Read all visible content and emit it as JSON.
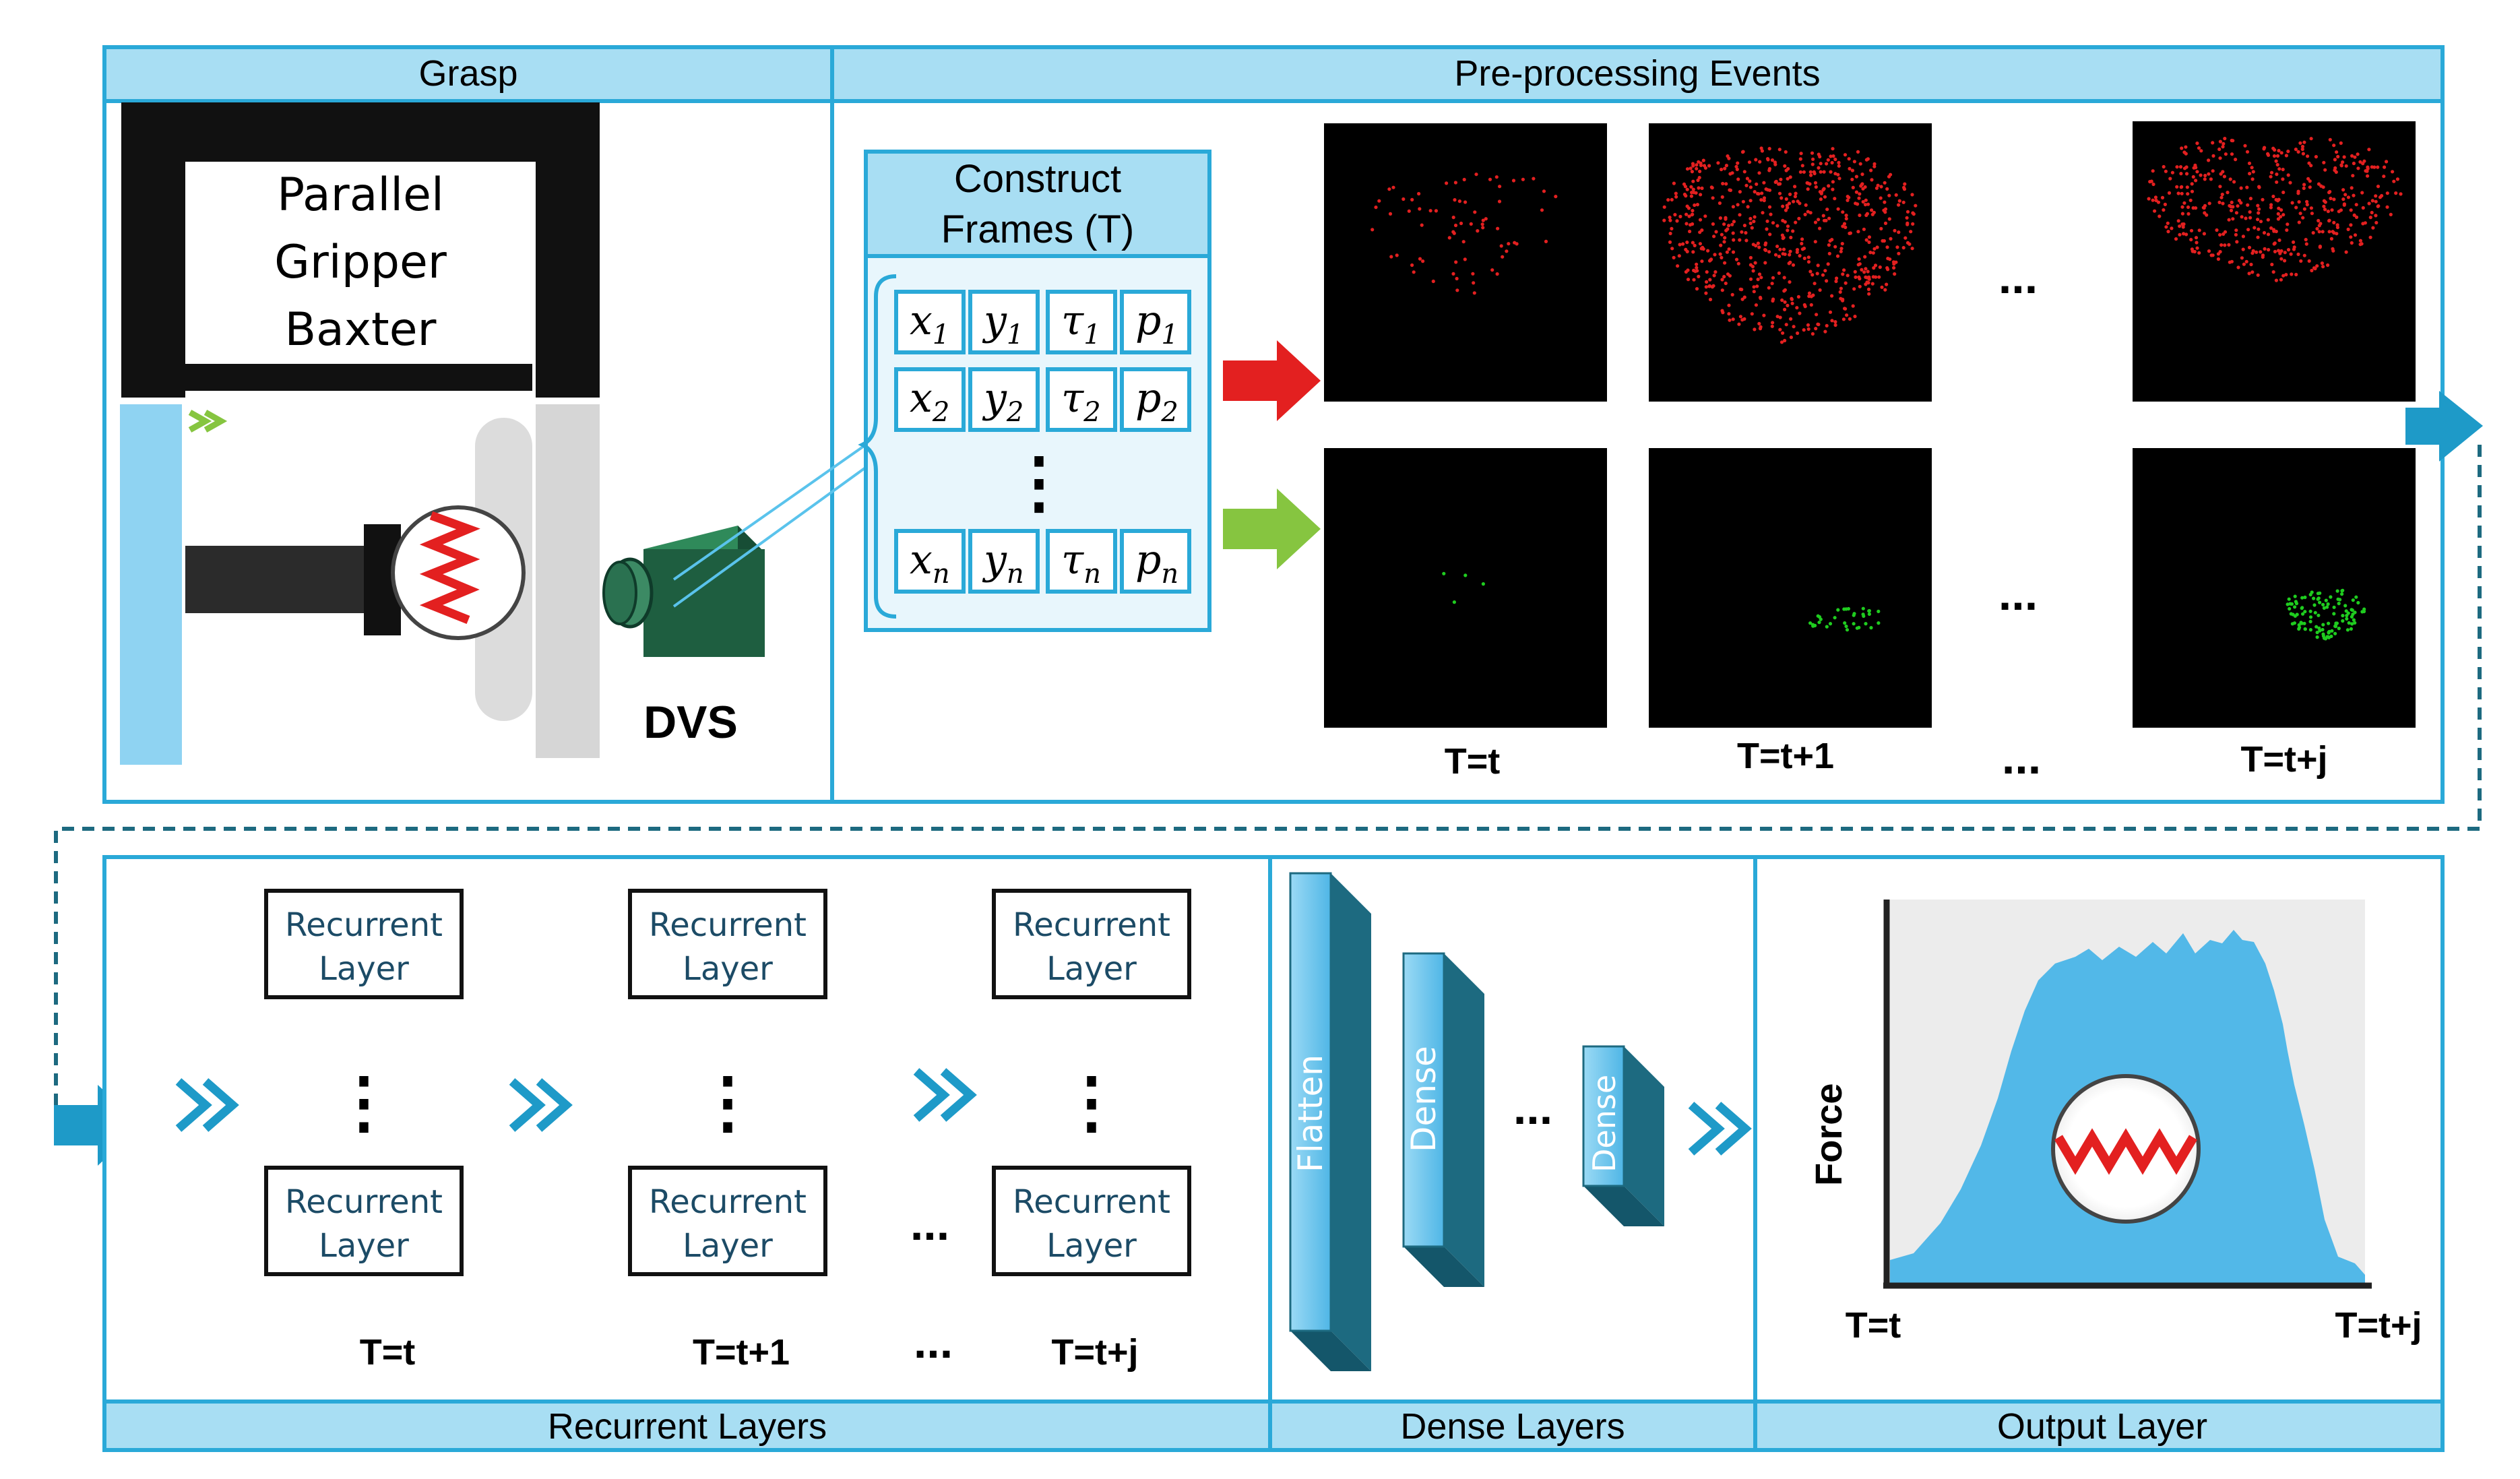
{
  "panels": {
    "grasp": "Grasp",
    "preprocessing": "Pre-processing Events",
    "recurrent": "Recurrent Layers",
    "dense": "Dense Layers",
    "output": "Output Layer"
  },
  "gripper": {
    "line1": "Parallel",
    "line2": "Gripper",
    "line3": "Baxter",
    "camera": "DVS"
  },
  "construct": {
    "line1": "Construct",
    "line2": "Frames (T)",
    "rows": [
      [
        {
          "v": "x",
          "s": "1"
        },
        {
          "v": "y",
          "s": "1"
        },
        {
          "v": "τ",
          "s": "1"
        },
        {
          "v": "p",
          "s": "1"
        }
      ],
      [
        {
          "v": "x",
          "s": "2"
        },
        {
          "v": "y",
          "s": "2"
        },
        {
          "v": "τ",
          "s": "2"
        },
        {
          "v": "p",
          "s": "2"
        }
      ],
      [
        {
          "v": "x",
          "s": "n"
        },
        {
          "v": "y",
          "s": "n"
        },
        {
          "v": "τ",
          "s": "n"
        },
        {
          "v": "p",
          "s": "n"
        }
      ]
    ],
    "vdots": "⋮"
  },
  "frames": {
    "labels": [
      "T=t",
      "T=t+1",
      "T=t+j"
    ],
    "ellipsis": "..."
  },
  "recurrent": {
    "layer_line1": "Recurrent",
    "layer_line2": "Layer",
    "vdots": "⋮",
    "ellipsis": "...",
    "labels": [
      "T=t",
      "T=t+1",
      "T=t+j"
    ]
  },
  "dense": {
    "flatten": "Flatten",
    "dense1": "Dense",
    "dense2": "Dense",
    "ellipsis": "..."
  },
  "output": {
    "ylabel": "Force",
    "xstart": "T=t",
    "xend": "T=t+j"
  },
  "colors": {
    "panel_border": "#2aa9d8",
    "panel_header": "#a8def3",
    "accent_blue": "#1e9ac8",
    "dark_teal": "#1d6a80",
    "positive_events": "#e32020",
    "negative_events": "#1fcc1f",
    "arrow_red": "#e32020",
    "arrow_green": "#86c540",
    "gripper_black": "#111111",
    "area_fill": "#52b8e8"
  }
}
